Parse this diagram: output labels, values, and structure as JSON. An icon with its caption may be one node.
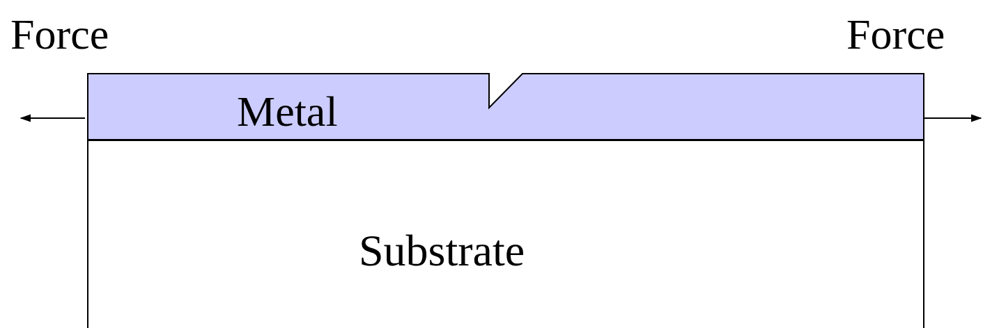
{
  "diagram": {
    "nodes": [
      {
        "text": [
          "Metal"
        ]
      },
      {
        "text": [
          "Substrate"
        ]
      }
    ],
    "labels": [
      "Force",
      "Force"
    ]
  }
}
